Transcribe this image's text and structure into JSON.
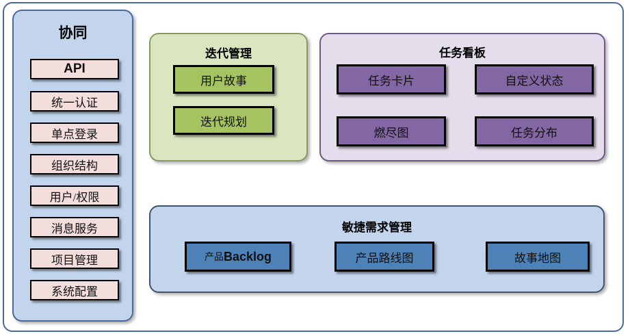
{
  "diagram": {
    "title_not_shown": "",
    "colors": {
      "outer_border": "#4a699b",
      "sidebar_bg": "#c3d5ed",
      "sidebar_item_bg": "#f3dedd",
      "iteration_bg": "#d9e6c0",
      "iteration_item_bg": "#a5c361",
      "taskboard_bg": "#e4ddeb",
      "taskboard_item_bg": "#8366a4",
      "agile_bg": "#c3d5ed",
      "agile_item_bg": "#4d82b8"
    }
  },
  "sidebar": {
    "title": "协同",
    "items": [
      {
        "label": "API"
      },
      {
        "label": "统一认证"
      },
      {
        "label": "单点登录"
      },
      {
        "label": "组织结构"
      },
      {
        "label": "用户/权限"
      },
      {
        "label": "消息服务"
      },
      {
        "label": "项目管理"
      },
      {
        "label": "系统配置"
      }
    ]
  },
  "iteration": {
    "title": "迭代管理",
    "items": [
      {
        "label": "用户故事"
      },
      {
        "label": "迭代规划"
      }
    ]
  },
  "taskboard": {
    "title": "任务看板",
    "items": [
      {
        "label": "任务卡片"
      },
      {
        "label": "自定义状态"
      },
      {
        "label": "燃尽图"
      },
      {
        "label": "任务分布"
      }
    ]
  },
  "agile": {
    "title": "敏捷需求管理",
    "items": [
      {
        "label": "产品Backlog",
        "cjk": "产品",
        "latin": "Backlog"
      },
      {
        "label": "产品路线图"
      },
      {
        "label": "故事地图"
      }
    ]
  }
}
